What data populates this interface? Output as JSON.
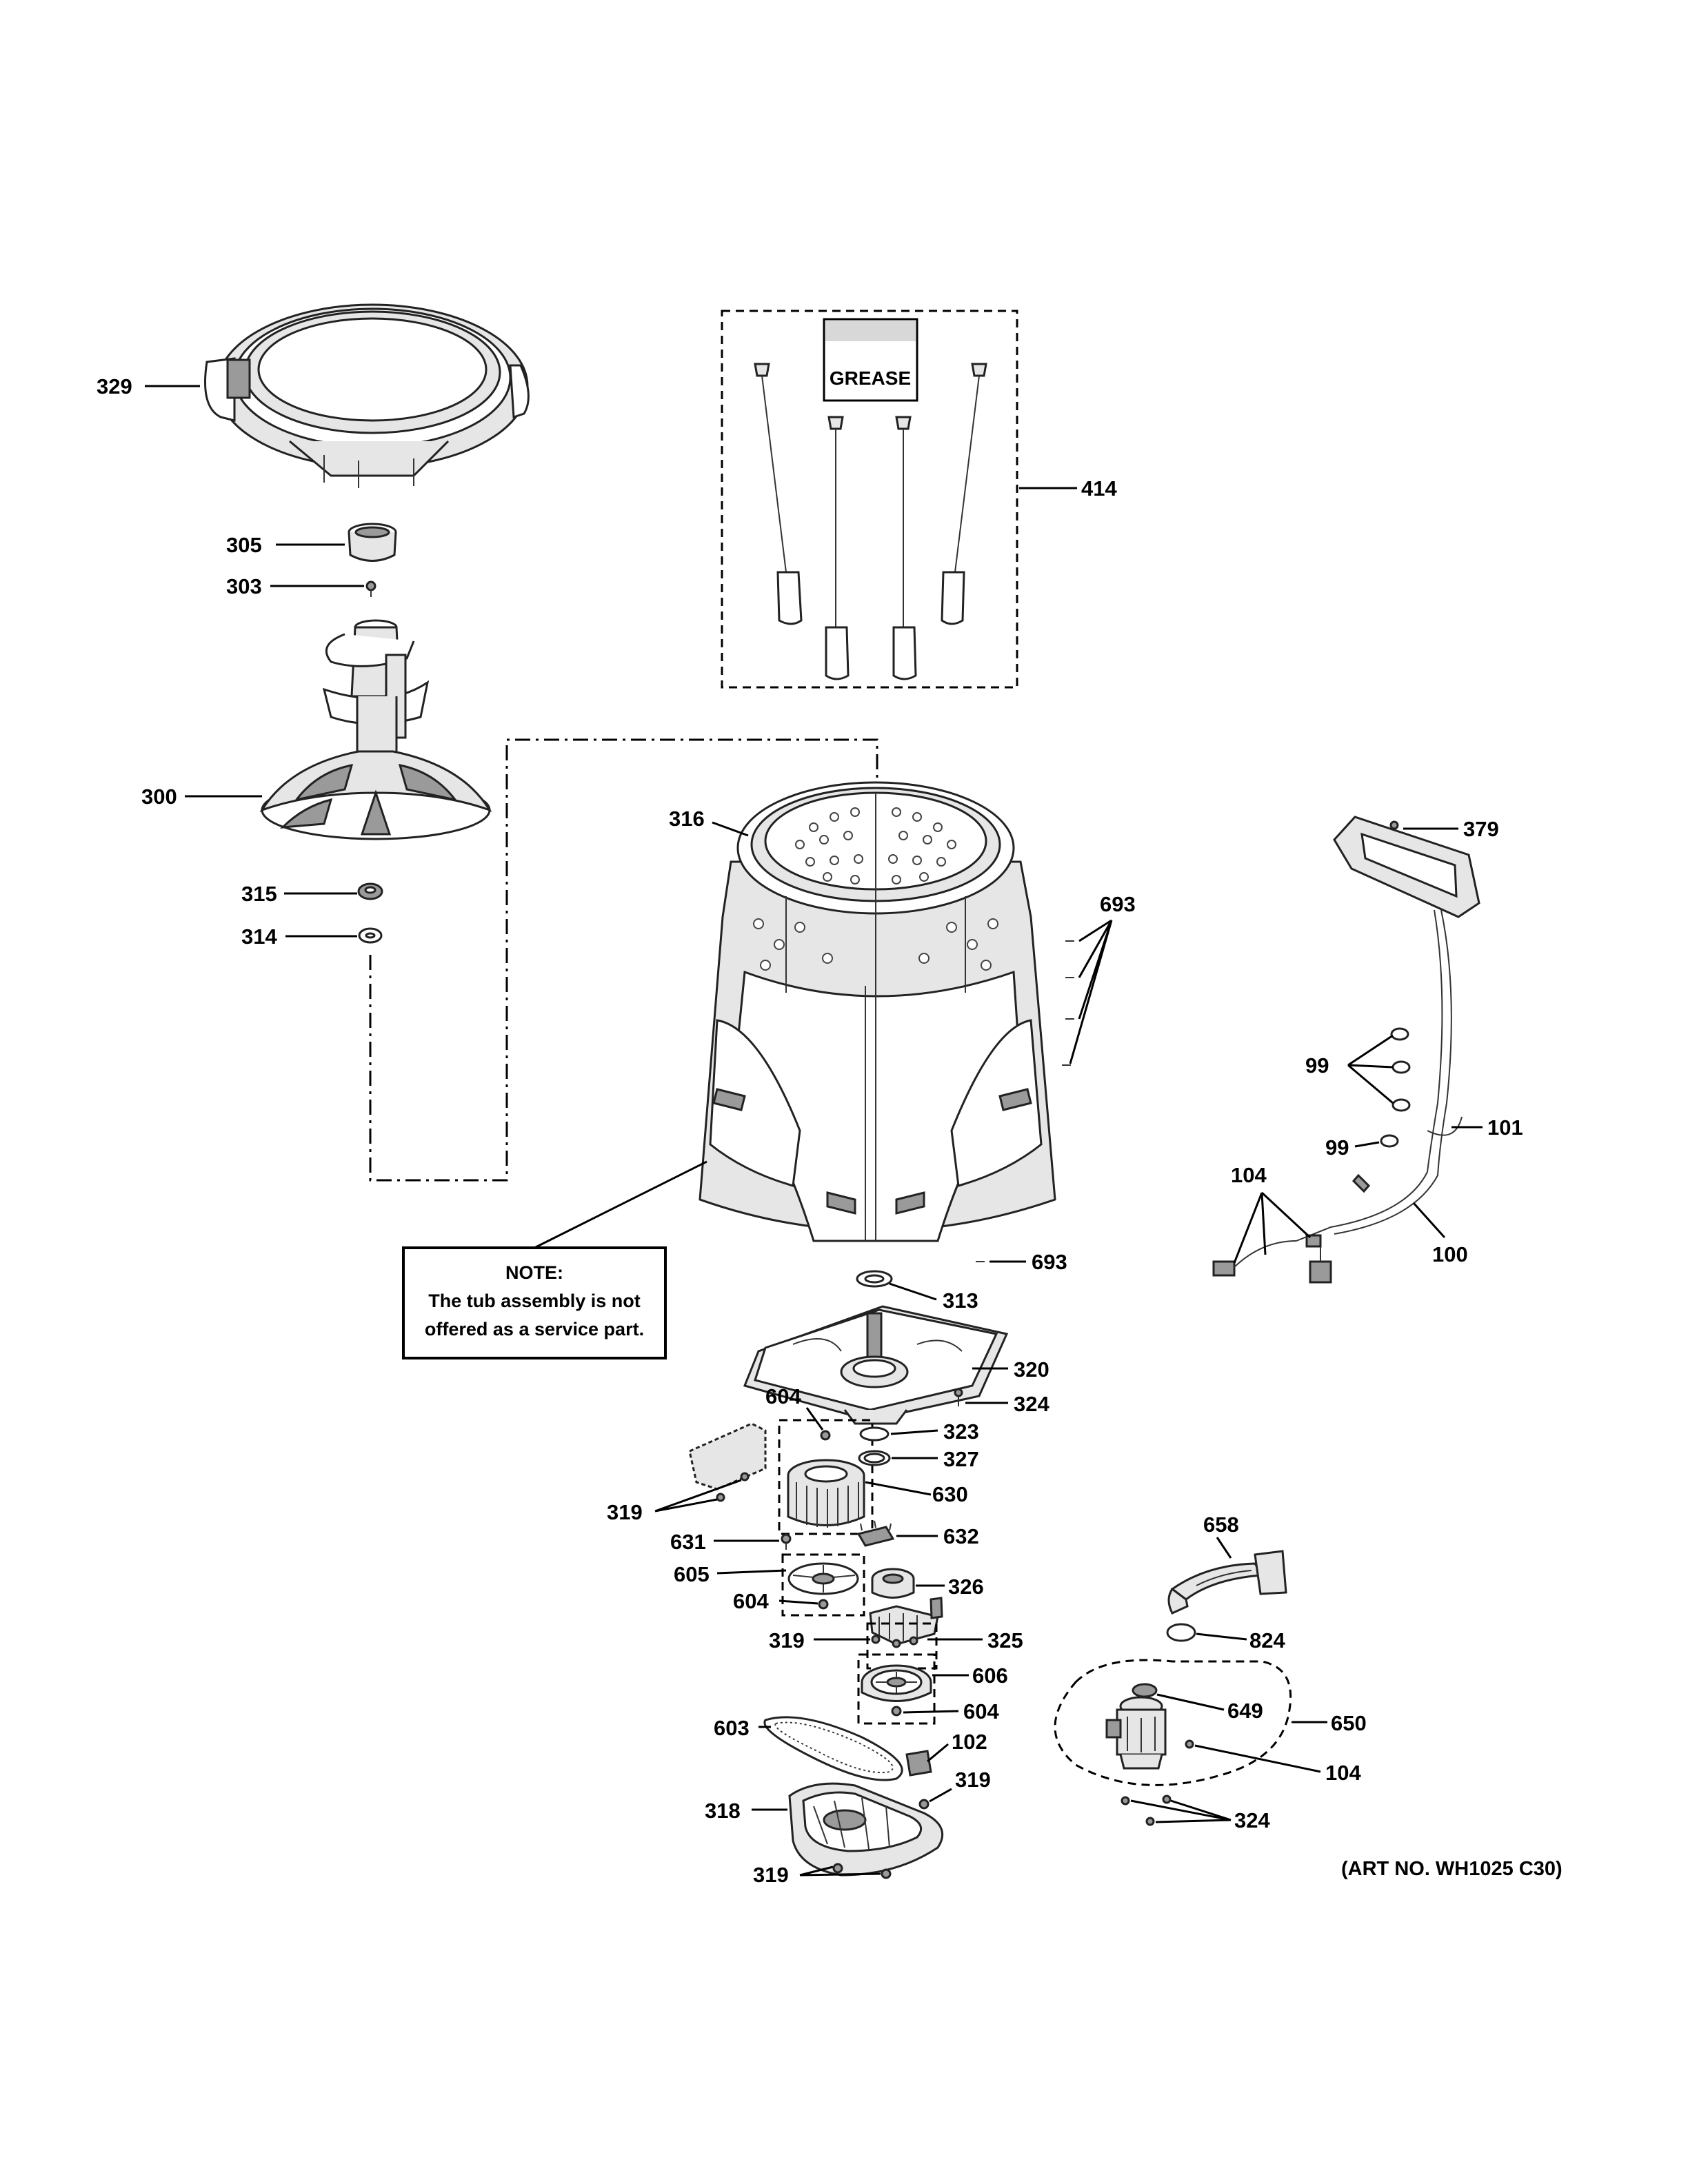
{
  "labels": {
    "p329": "329",
    "p305": "305",
    "p303": "303",
    "p300": "300",
    "p315": "315",
    "p314": "314",
    "p414": "414",
    "p316": "316",
    "p693a": "693",
    "p693b": "693",
    "p379": "379",
    "p99a": "99",
    "p99b": "99",
    "p101": "101",
    "p104a": "104",
    "p100": "100",
    "p313": "313",
    "p320": "320",
    "p324a": "324",
    "p604a": "604",
    "p323": "323",
    "p327": "327",
    "p630": "630",
    "p319a": "319",
    "p631": "631",
    "p632": "632",
    "p605": "605",
    "p326": "326",
    "p604b": "604",
    "p319b": "319",
    "p325": "325",
    "p606": "606",
    "p604c": "604",
    "p603": "603",
    "p102": "102",
    "p319c": "319",
    "p318": "318",
    "p319d": "319",
    "p658": "658",
    "p824": "824",
    "p649": "649",
    "p650": "650",
    "p104b": "104",
    "p324b": "324"
  },
  "grease_label": "GREASE",
  "note": {
    "heading": "NOTE:",
    "line1": "The tub assembly is not",
    "line2": "offered as a service part."
  },
  "art_number": "(ART NO. WH1025 C30)"
}
